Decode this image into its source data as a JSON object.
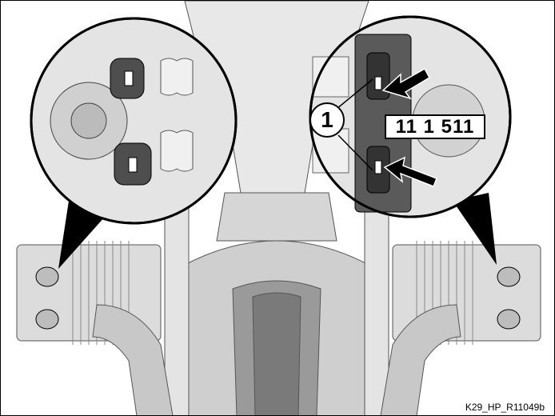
{
  "figure": {
    "callout_number": "1",
    "tool_number": "11 1 511",
    "figure_id": "K29_HP_R11049b"
  },
  "colors": {
    "background": "#ffffff",
    "part_light": "#e6e6e6",
    "part_mid": "#bdbdbd",
    "part_dark": "#6e6e6e",
    "tool": "#5a5a5a",
    "outline": "#000000"
  }
}
